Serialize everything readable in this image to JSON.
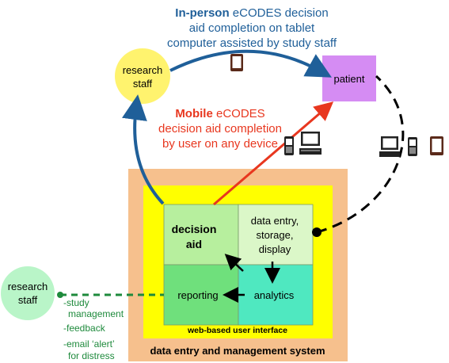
{
  "colors": {
    "blue_arrow": "#1f5f99",
    "red_arrow": "#e8371f",
    "green_dashed": "#1e8a3c",
    "outer_box": "#f6c08d",
    "inner_yellow": "#ffff00",
    "decision_aid_cell": "#b7ef9e",
    "data_entry_cell": "#dbf7c8",
    "reporting_cell": "#6fe07c",
    "analytics_cell": "#4fe8c0",
    "research_staff_circle": "#fff36e",
    "research_staff2_circle": "#b9f5c8",
    "patient_box": "#d58cf3"
  },
  "top_caption": {
    "line1_bold": "In-person",
    "line1_rest": " eCODES decision",
    "line2": "aid completion on tablet",
    "line3": "computer assisted by study staff"
  },
  "mobile_caption": {
    "line1_bold": "Mobile",
    "line1_rest": " eCODES",
    "line2": "decision aid completion",
    "line3": "by user on any device"
  },
  "nodes": {
    "research_staff_top_l1": "research",
    "research_staff_top_l2": "staff",
    "patient": "patient",
    "research_staff_left_l1": "research",
    "research_staff_left_l2": "staff"
  },
  "cells": {
    "decision_aid_l1": "decision",
    "decision_aid_l2": "aid",
    "data_entry_l1": "data entry,",
    "data_entry_l2": "storage,",
    "data_entry_l3": "display",
    "reporting": "reporting",
    "analytics": "analytics"
  },
  "inner_label": "web-based user interface",
  "outer_label": "data entry and management system",
  "staff_functions": {
    "item1_l1": "-study",
    "item1_l2": "management",
    "item2": "-feedback",
    "item3_l1": "-email ‘alert’",
    "item3_l2": "for distress"
  },
  "icons": [
    "tablet-icon",
    "phone-icon",
    "desktop-computer-icon"
  ]
}
